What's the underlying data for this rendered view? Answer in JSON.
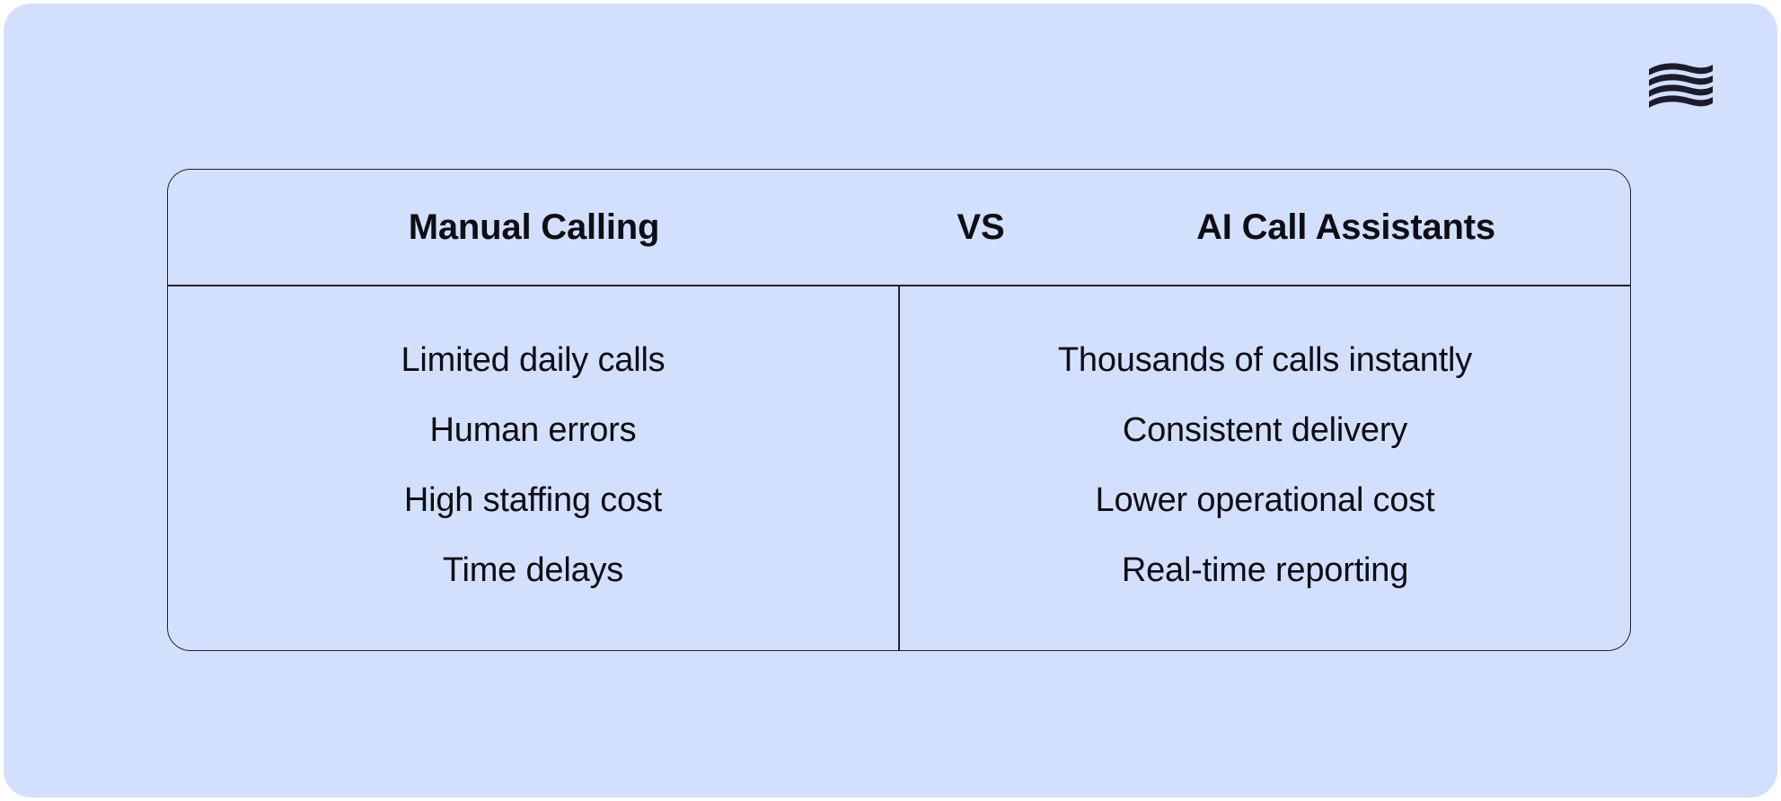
{
  "slide": {
    "background_color": "#d3e0fd",
    "page_background_color": "#ffffff",
    "text_color": "#0d0d14",
    "border_color": "#22222e"
  },
  "logo": {
    "name": "wavy-stripes-logo",
    "stripe_count": 4,
    "color": "#1c1c2e"
  },
  "comparison": {
    "headers": {
      "left": "Manual Calling",
      "middle": "VS",
      "right": "AI Call Assistants"
    },
    "columns": [
      {
        "title": "Manual Calling",
        "items": [
          "Limited daily calls",
          "Human errors",
          "High staffing cost",
          "Time delays"
        ]
      },
      {
        "title": "AI Call Assistants",
        "items": [
          "Thousands of calls instantly",
          "Consistent delivery",
          "Lower operational cost",
          "Real-time reporting"
        ]
      }
    ]
  }
}
